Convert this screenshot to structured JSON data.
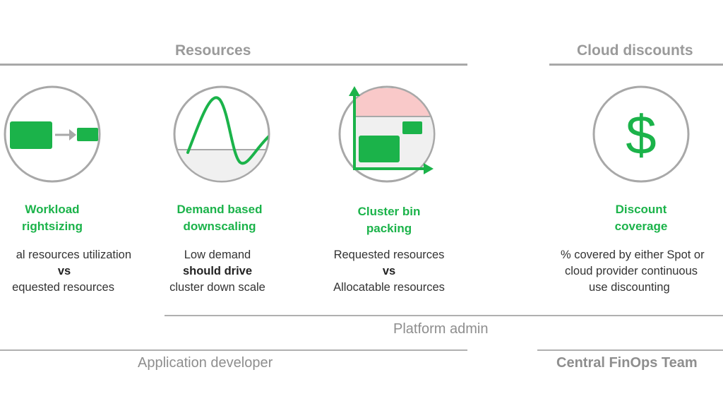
{
  "sections": {
    "resources": "Resources",
    "cloud_discounts": "Cloud discounts"
  },
  "cards": {
    "workload": {
      "title_lines": [
        "Workload",
        "rightsizing"
      ],
      "desc_lines": [
        "al resources utilization",
        "vs",
        "equested resources"
      ]
    },
    "demand": {
      "title_lines": [
        "Demand based",
        "downscaling"
      ],
      "desc_lines": [
        "Low demand",
        "should drive",
        "cluster down scale"
      ]
    },
    "cluster": {
      "title_lines": [
        "Cluster bin",
        "packing"
      ],
      "desc_lines": [
        "Requested resources",
        "vs",
        "Allocatable resources"
      ]
    },
    "discount": {
      "title_lines": [
        "Discount",
        "coverage"
      ],
      "desc_lines": [
        "% covered by either Spot or",
        "cloud provider continuous",
        "use discounting"
      ],
      "icon_glyph": "$"
    }
  },
  "roles": {
    "platform_admin": "Platform admin",
    "application_developer": "Application developer",
    "central_finops": "Central FinOps Team"
  },
  "colors": {
    "green": "#1bb34a",
    "gray_text": "#9a9a9a",
    "rule": "#a8a8a8",
    "pink": "#f9c9c9",
    "light_gray_fill": "#f0f0f0"
  }
}
